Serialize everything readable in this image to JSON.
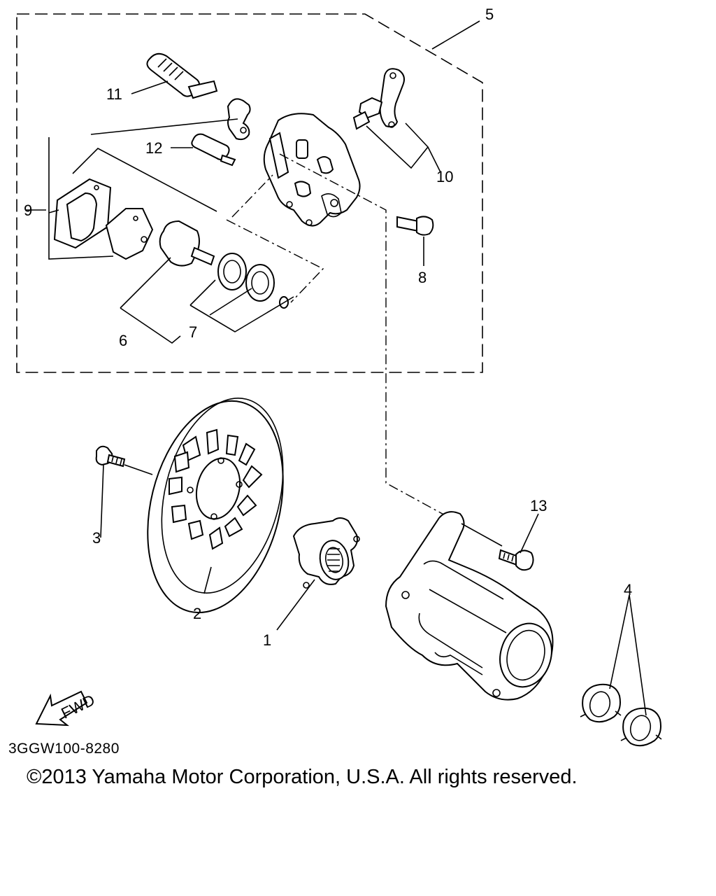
{
  "diagram": {
    "callouts": [
      {
        "id": "c1",
        "text": "1"
      },
      {
        "id": "c2",
        "text": "2"
      },
      {
        "id": "c3",
        "text": "3"
      },
      {
        "id": "c4",
        "text": "4"
      },
      {
        "id": "c5",
        "text": "5"
      },
      {
        "id": "c6",
        "text": "6"
      },
      {
        "id": "c7",
        "text": "7"
      },
      {
        "id": "c8",
        "text": "8"
      },
      {
        "id": "c9",
        "text": "9"
      },
      {
        "id": "c10",
        "text": "10"
      },
      {
        "id": "c11",
        "text": "11"
      },
      {
        "id": "c12",
        "text": "12"
      },
      {
        "id": "c13",
        "text": "13"
      }
    ],
    "fwd_label": "FWD",
    "code": "3GGW100-8280",
    "copyright": "©2013 Yamaha Motor Corporation, U.S.A. All rights reserved."
  }
}
